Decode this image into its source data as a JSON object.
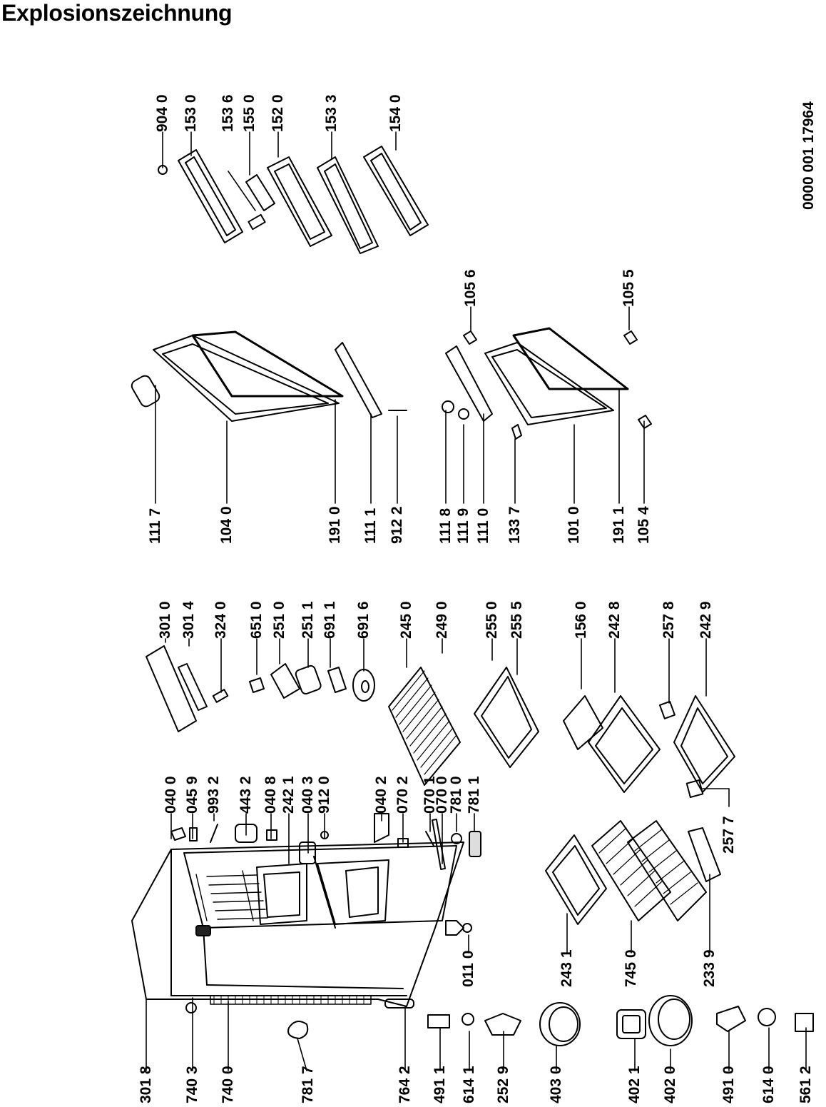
{
  "title": "Explosionszeichnung",
  "document_number": "0000 001 17964",
  "part_labels": [
    "301 8",
    "740 3",
    "740 0",
    "781 7",
    "764 2",
    "491 1",
    "614 1",
    "252 9",
    "403 0",
    "402 1",
    "402 0",
    "491 0",
    "614 0",
    "561 2",
    "011 0",
    "243 1",
    "745 0",
    "233 9",
    "257 7",
    "040 0",
    "045 9",
    "993 2",
    "443 2",
    "040 8",
    "242 1",
    "040 3",
    "912 0",
    "040 2",
    "070 2",
    "070 1",
    "070 0",
    "781 0",
    "781 1",
    "301 0",
    "301 4",
    "324 0",
    "651 0",
    "251 0",
    "251 1",
    "691 1",
    "691 6",
    "245 0",
    "249 0",
    "255 0",
    "255 5",
    "156 0",
    "242 8",
    "257 8",
    "242 9",
    "111 7",
    "104 0",
    "191 0",
    "111 1",
    "912 2",
    "111 8",
    "111 9",
    "111 0",
    "133 7",
    "101 0",
    "191 1",
    "105 4",
    "105 6",
    "105 5",
    "904 0",
    "153 0",
    "153 6",
    "155 0",
    "152 0",
    "153 3",
    "154 0"
  ]
}
